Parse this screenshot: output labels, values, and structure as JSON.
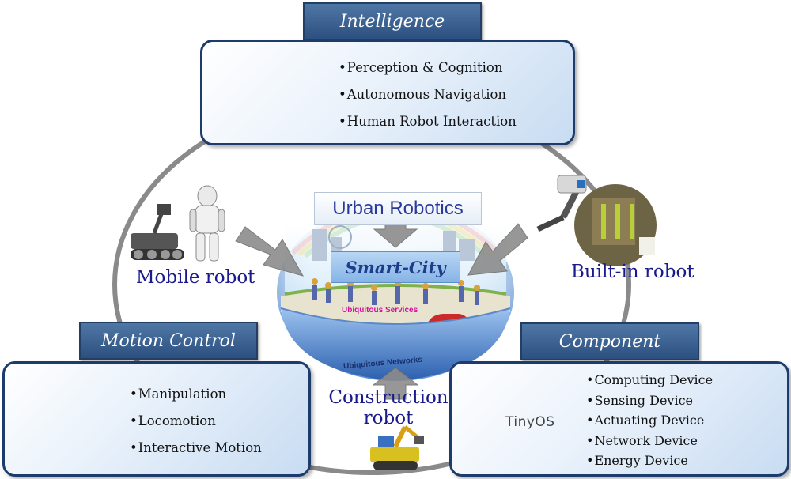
{
  "center": {
    "title": "Urban Robotics",
    "city": "Smart-City",
    "ring_label_services": "Ubiquitous Services",
    "ring_label_networks": "Ubiquitous Networks"
  },
  "intelligence": {
    "title": "Intelligence",
    "items": [
      "Perception & Cognition",
      "Autonomous Navigation",
      "Human Robot Interaction"
    ]
  },
  "motion_control": {
    "title": "Motion Control",
    "items": [
      "Manipulation",
      "Locomotion",
      "Interactive Motion"
    ]
  },
  "component": {
    "title": "Component",
    "items": [
      "Computing Device",
      "Sensing Device",
      "Actuating Device",
      "Network Device",
      "Energy Device"
    ],
    "logo_text": "TinyOS"
  },
  "robots": {
    "mobile": "Mobile robot",
    "builtin": "Built-in robot",
    "construction_line1": "Construction",
    "construction_line2": "robot"
  },
  "colors": {
    "tab": "#3a6090",
    "panel_border": "#1e3c6b",
    "label_text": "#1a1a8c",
    "ring": "#8a8a8a",
    "arrow": "#8c8c8c"
  }
}
